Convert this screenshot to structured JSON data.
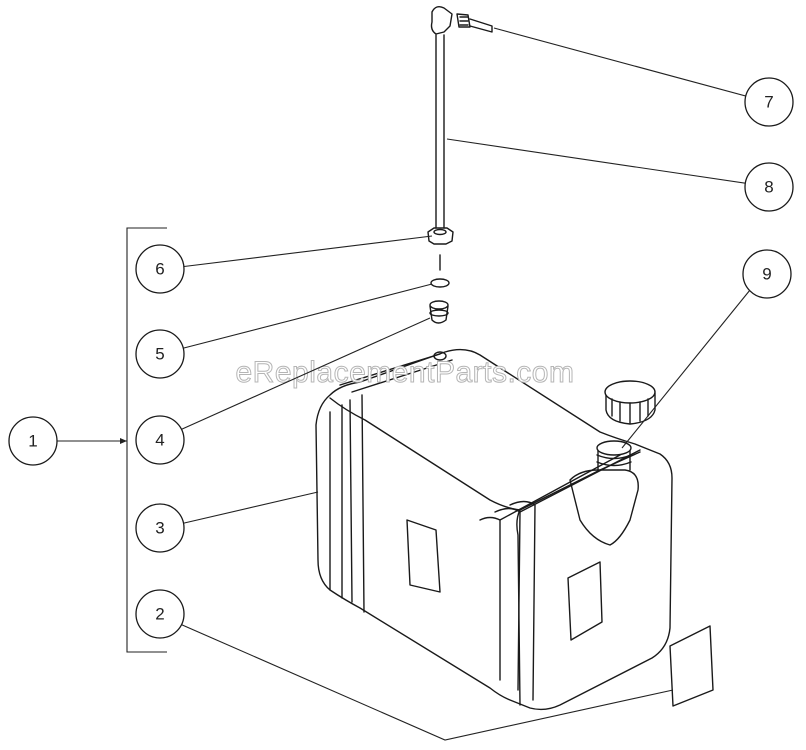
{
  "watermark": "eReplacementParts.com",
  "callouts": [
    {
      "id": "1",
      "label": "1"
    },
    {
      "id": "2",
      "label": "2"
    },
    {
      "id": "3",
      "label": "3"
    },
    {
      "id": "4",
      "label": "4"
    },
    {
      "id": "5",
      "label": "5"
    },
    {
      "id": "6",
      "label": "6"
    },
    {
      "id": "7",
      "label": "7"
    },
    {
      "id": "8",
      "label": "8"
    },
    {
      "id": "9",
      "label": "9"
    }
  ],
  "colors": {
    "line": "#1a1a1a",
    "background": "#ffffff",
    "watermark_stroke": "#b5b5b5"
  }
}
